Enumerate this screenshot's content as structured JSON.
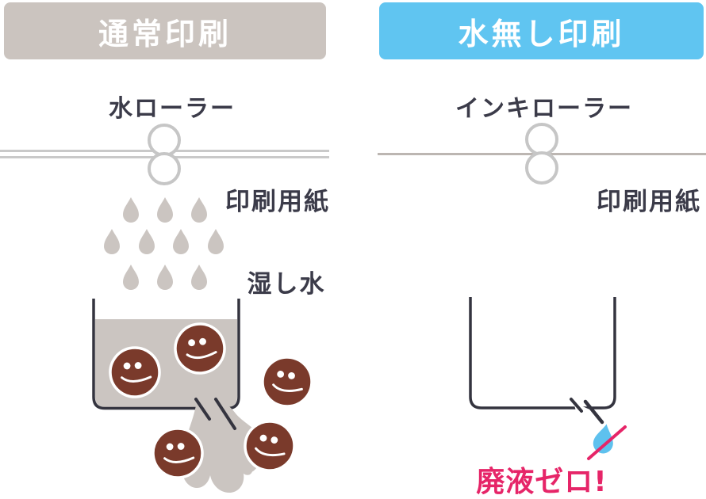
{
  "diagram_title": "printing-method-comparison",
  "left_panel": {
    "header_label": "通常印刷",
    "roller_label": "水ローラー",
    "paper_label": "印刷用紙",
    "dampening_water_label": "湿し水",
    "content": "water drops falling into a waste-water tank full of sad faces, tank overflowing"
  },
  "right_panel": {
    "header_label": "水無し印刷",
    "roller_label": "インキローラー",
    "paper_label": "印刷用紙",
    "zero_waste_label": "廃液ゼロ!",
    "content": "empty tank with a crossed-out water drop badge"
  },
  "colors": {
    "left_header_bg": "#cbc4bf",
    "right_header_bg": "#60c5f1",
    "header_text": "#ffffff",
    "label_text": "#3b3b49",
    "water_gray": "#cbc5c1",
    "sad_face_brown": "#7a3a2b",
    "container_outline": "#34343f",
    "accent_pink": "#e62568",
    "drop_blue": "#5ec1ee",
    "paper_band_gray": "#c9c9c9",
    "right_paper_line_gray": "#bcb6b2",
    "roller_ring_gray": "#c6c6c6"
  },
  "icons": {
    "water_drop": "teardrop-icon",
    "sad_face": "frowning-face-icon",
    "no_waste_drop": "crossed-out-water-drop-icon",
    "roller": "double-circle-roller-icon"
  }
}
